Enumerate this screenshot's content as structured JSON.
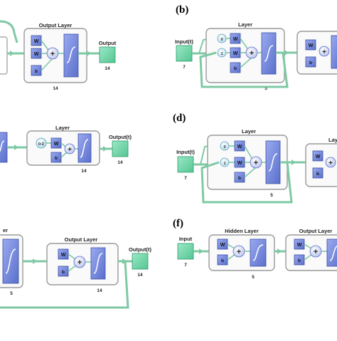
{
  "colors": {
    "io_box": "#6fd3a8",
    "weight_box": "#6f84d8",
    "line": "#7ec9a4",
    "layer_frame": "#9a9a9a"
  },
  "panel_labels": {
    "b": "(b)",
    "d": "(d)",
    "f": "(f)"
  },
  "panel_a": {
    "layer_title": "Output Layer",
    "w1": "W",
    "w2": "W",
    "b": "b",
    "layer_size": "14",
    "output_label": "Output",
    "output_size": "14"
  },
  "panel_b": {
    "input_label": "Input(t)",
    "input_size": "7",
    "layer_title": "Layer",
    "delay0": "0",
    "delay1": "1",
    "w1": "W",
    "w2": "W",
    "b": "b",
    "layer_size": "5",
    "layer2_w": "W",
    "layer2_b": "b"
  },
  "panel_c": {
    "layer_title": "Layer",
    "delay": "0:2",
    "w": "W",
    "b": "b",
    "layer_size": "14",
    "output_label": "Output(t)",
    "output_size": "14"
  },
  "panel_d": {
    "input_label": "Input(t)",
    "input_size": "7",
    "layer_title": "Layer",
    "delay0": "0",
    "delay1": "1",
    "w1": "W",
    "w2": "W",
    "b": "b",
    "layer_size": "5",
    "layer2_title": "Lay",
    "layer2_w": "W",
    "layer2_b": "b"
  },
  "panel_e": {
    "partial_title": "er",
    "layer1_size": "5",
    "layer_title": "Output Layer",
    "w": "W",
    "b": "b",
    "layer_size": "14",
    "output_label": "Output(t)",
    "output_size": "14"
  },
  "panel_f": {
    "input_label": "Input",
    "input_size": "7",
    "hidden_title": "Hidden Layer",
    "hidden_w": "W",
    "hidden_b": "b",
    "hidden_size": "5",
    "output_title": "Output Layer",
    "output_w": "W",
    "output_b": "b"
  }
}
